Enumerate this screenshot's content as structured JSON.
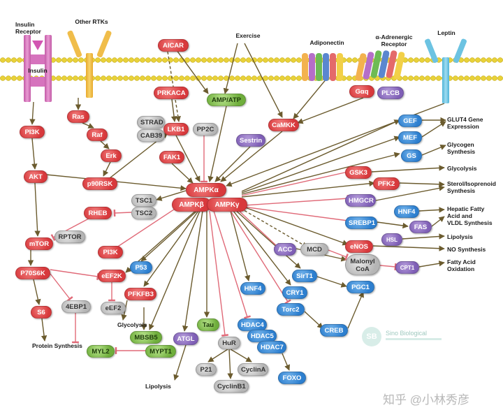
{
  "receptors": {
    "insulin_receptor": "Insulin\nReceptor",
    "insulin": "Insulin",
    "other_rtks": "Other RTKs",
    "exercise": "Exercise",
    "adiponectin": "Adiponectin",
    "alpha_adrenergic": "α-Adrenergic\nReceptor",
    "leptin": "Leptin"
  },
  "nodes": {
    "aicar": "AICAR",
    "amp_atp": "AMP/ATP",
    "prkaca": "PRKACA",
    "strad": "STRAD",
    "cab39": "CAB39",
    "lkb1": "LKB1",
    "pp2c": "PP2C",
    "gaq": "Gαq",
    "plcb": "PLCB",
    "camkk": "CaMKK",
    "sestrin": "Sestrin",
    "fak1": "FAK1",
    "pi3k_top": "PI3K",
    "ras": "Ras",
    "raf": "Raf",
    "erk": "Erk",
    "akt": "AKT",
    "p90rsk": "p90RSK",
    "ampka": "AMPKα",
    "ampkb": "AMPKβ",
    "ampkg": "AMPKγ",
    "tsc1": "TSC1",
    "tsc2": "TSC2",
    "rheb": "RHEB",
    "mtor": "mTOR",
    "rptor": "RPTOR",
    "pi3k_mid": "PI3K",
    "p70s6k": "P70S6K",
    "s6": "S6",
    "4ebp1": "4EBP1",
    "eef2k": "eEF2K",
    "eef2": "eEF2",
    "p53": "P53",
    "pfkfb3": "PFKFB3",
    "mbsb5": "MBSB5",
    "atgl": "ATGL",
    "tau": "Tau",
    "mypt1": "MYPT1",
    "myl2": "MYL2",
    "hur": "HuR",
    "p21": "P21",
    "cyclina": "CyclinA",
    "cyclinb1": "CyclinB1",
    "hnf4_low": "HNF4",
    "hdac4": "HDAC4",
    "hdac5": "HDAC5",
    "hdac7": "HDAC7",
    "foxo": "FOXO",
    "cry1": "CRY1",
    "sirt1": "SirT1",
    "torc2": "Torc2",
    "creb": "CREB",
    "pgc1": "PGC1",
    "acc": "ACC",
    "mcd": "MCD",
    "malonyl": "Malonyl\nCoA",
    "cpt1": "CPT1",
    "enos": "eNOS",
    "hsl": "HSL",
    "srebp1": "SREBP1",
    "fas": "FAS",
    "hnf4": "HNF4",
    "hmgcr": "HMGCR",
    "pfk2": "PFK2",
    "gsk3": "GSK3",
    "gs": "GS",
    "mef": "MEF",
    "gef": "GEF"
  },
  "outcomes": {
    "glut4": "GLUT4 Gene\nExpression",
    "glycogen": "Glycogen\nSynthesis",
    "glycolysis_r": "Glycolysis",
    "sterol": "Sterol/Isoprenoid\nSynthesis",
    "hepatic": "Hepatic Fatty\nAcid and\nVLDL Synthesis",
    "lipolysis_r": "Lipolysis",
    "no_synth": "NO Synthesis",
    "fatty_ox": "Fatty Acid\nOxidation",
    "protein_synth": "Protein Synthesis",
    "glycolysis_l": "Glycolysis",
    "lipolysis_b": "Lipolysis"
  },
  "watermarks": {
    "sino_logo": "SB",
    "sino": "Sino Biological",
    "zhihu": "知乎 @小林秀彦"
  },
  "colors": {
    "activation": "#6b5b2e",
    "inhibition": "#e06a78",
    "membrane": "#e8d23a"
  }
}
